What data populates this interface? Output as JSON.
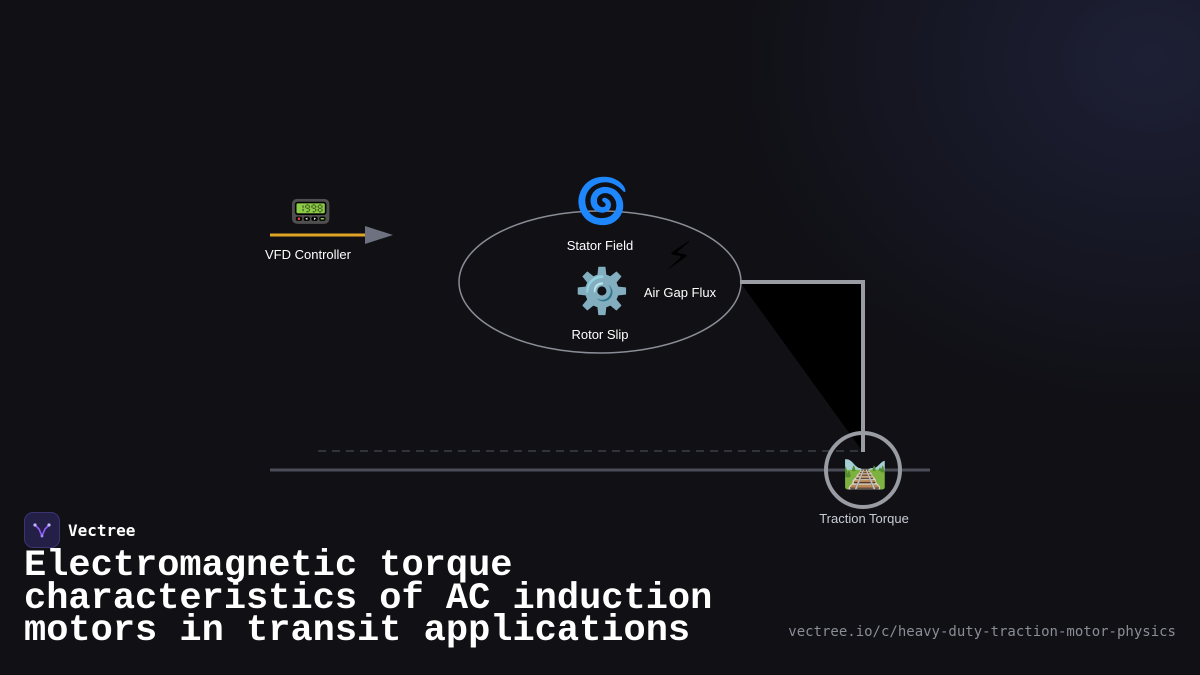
{
  "diagram": {
    "nodes": {
      "vfd": {
        "label": "VFD Controller",
        "icon": "pager-icon",
        "glyph": "📟"
      },
      "stator": {
        "label": "Stator Field",
        "icon": "cyclone-icon",
        "glyph": "🌀"
      },
      "airgap": {
        "label": "Air Gap Flux",
        "icon": "lightning-icon",
        "glyph": "⚡"
      },
      "rotor": {
        "label": "Rotor Slip",
        "icon": "gear-icon",
        "glyph": "⚙️"
      },
      "traction": {
        "label": "Traction Torque",
        "icon": "railway-track-icon",
        "glyph": "🛤️"
      }
    },
    "colors": {
      "arrow_line": "#e0a526",
      "arrow_head": "#6e7280",
      "ellipse_stroke": "#8a8d96",
      "connector": "#9a9ca3",
      "track": "#4a4d57",
      "circle": "#9a9ca3"
    }
  },
  "brand": {
    "name": "Vectree",
    "logo_icon": "vectree-logo-icon",
    "accent": "#8b5cf6"
  },
  "title": "Electromagnetic torque characteristics of AC induction motors in transit applications",
  "url": "vectree.io/c/heavy-duty-traction-motor-physics"
}
